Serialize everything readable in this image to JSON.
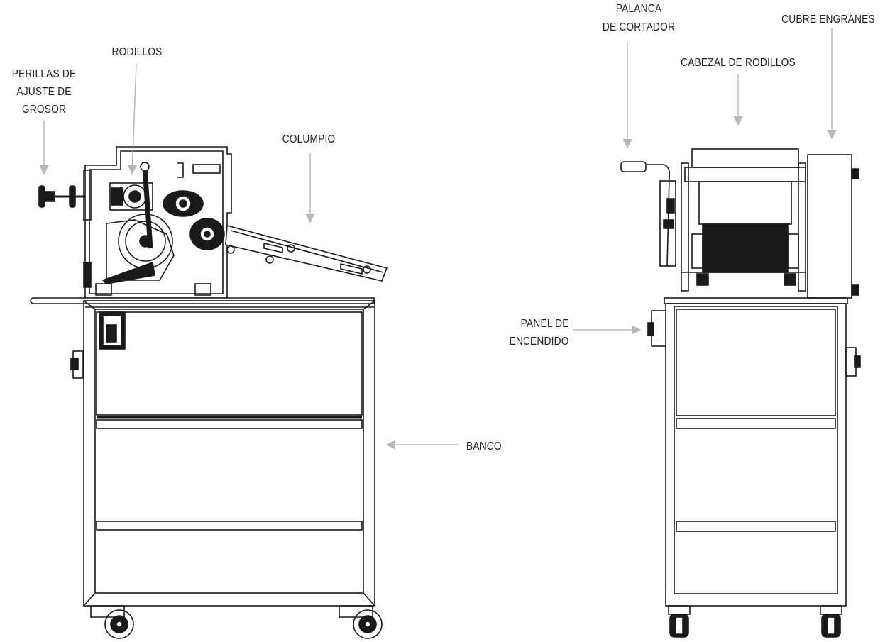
{
  "colors": {
    "line": "#1a1a1a",
    "arrow": "#b8b8b8",
    "text": "#222222",
    "fill_dark": "#1a1a1a",
    "fill_light": "#ffffff"
  },
  "labels": {
    "perillas_line1": "PERILLAS DE",
    "perillas_line2": "AJUSTE DE",
    "perillas_line3": "GROSOR",
    "rodillos": "RODILLOS",
    "columpio": "COLUMPIO",
    "banco": "BANCO",
    "palanca_line1": "PALANCA",
    "palanca_line2": "DE CORTADOR",
    "cubre_engranes": "CUBRE ENGRANES",
    "cabezal": "CABEZAL DE RODILLOS",
    "panel_line1": "PANEL DE",
    "panel_line2": "ENCENDIDO"
  }
}
